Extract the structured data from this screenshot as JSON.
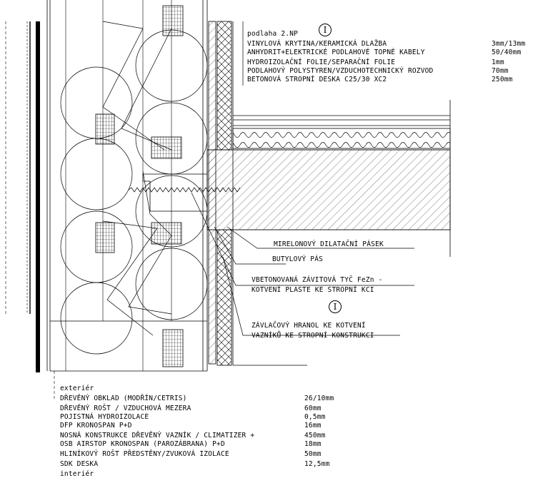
{
  "floor_section": {
    "header": "podlaha 2.NP",
    "marker": "I",
    "layers": [
      {
        "name": "VINYLOVÁ KRYTINA/KERAMICKÁ DLAŽBA",
        "thickness": "3mm/13mm"
      },
      {
        "name": "ANHYDRIT+ELEKTRICKÉ PODLAHOVÉ TOPNÉ KABELY",
        "thickness": "50/40mm"
      },
      {
        "name": "HYDROIZOLAČNÍ FOLIE/SEPARAČNÍ FOLIE",
        "thickness": "1mm"
      },
      {
        "name": "PODLAHOVÝ POLYSTYREN/VZDUCHOTECHNICKÝ ROZVOD",
        "thickness": "70mm"
      },
      {
        "name": "BETONOVÁ STROPNÍ DESKA C25/30 XC2",
        "thickness": "250mm"
      }
    ]
  },
  "callouts": {
    "mirelon": "MIRELONOVÝ DILATAČNÍ PÁSEK",
    "butyl": "BUTYLOVÝ PÁS",
    "rod_line1": "VBETONOVANÁ ZÁVITOVÁ TYČ FeZn -",
    "rod_line2": "KOTVENÍ PLASTE KE STROPNÍ KCI",
    "marker2": "I",
    "hranol_line1": "ZÁVLAČOVÝ HRANOL KE KOTVENÍ",
    "hranol_line2": "VAZNÍKŮ KE STROPNÍ KONSTRUKCI"
  },
  "wall_section": {
    "top_label": "exteriér",
    "bottom_label": "interiér",
    "layers": [
      {
        "name": "DŘEVĚNÝ OBKLAD (MODŘÍN/CETRIS)",
        "thickness": "26/10mm"
      },
      {
        "name": "DŘEVĚNÝ ROŠT / VZDUCHOVÁ MEZERA",
        "thickness": "60mm"
      },
      {
        "name": "POJISTNÁ HYDROIZOLACE",
        "thickness": "0,5mm"
      },
      {
        "name": "DFP KRONOSPAN P+D",
        "thickness": "16mm"
      },
      {
        "name": "NOSNÁ KONSTRUKCE DŘEVĚNÝ VAZNÍK / CLIMATIZER +",
        "thickness": "450mm"
      },
      {
        "name": "OSB AIRSTOP KRONOSPAN (PAROZÁBRANA) P+D",
        "thickness": "18mm"
      },
      {
        "name": "HLINÍKOVÝ ROŠT PŘEDSTĚNY/ZVUKOVÁ IZOLACE",
        "thickness": "50mm"
      },
      {
        "name": "SDK DESKA",
        "thickness": "12,5mm"
      }
    ]
  }
}
